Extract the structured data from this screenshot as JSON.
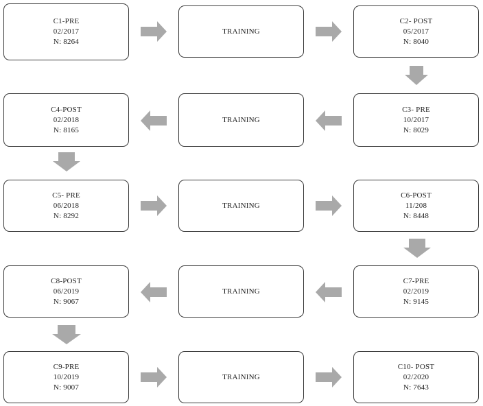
{
  "diagram": {
    "boxes": [
      {
        "id": "c1",
        "lines": [
          "C1-PRE",
          "02/2017",
          "N: 8264"
        ]
      },
      {
        "id": "t1",
        "lines": [
          "TRAINING"
        ]
      },
      {
        "id": "c2",
        "lines": [
          "C2- POST",
          "05/2017",
          "N: 8040"
        ]
      },
      {
        "id": "c4",
        "lines": [
          "C4-POST",
          "02/2018",
          "N: 8165"
        ]
      },
      {
        "id": "t2",
        "lines": [
          "TRAINING"
        ]
      },
      {
        "id": "c3",
        "lines": [
          "C3- PRE",
          "10/2017",
          "N: 8029"
        ]
      },
      {
        "id": "c5",
        "lines": [
          "C5- PRE",
          "06/2018",
          "N: 8292"
        ]
      },
      {
        "id": "t3",
        "lines": [
          "TRAINING"
        ]
      },
      {
        "id": "c6",
        "lines": [
          "C6-POST",
          "11/208",
          "N: 8448"
        ]
      },
      {
        "id": "c8",
        "lines": [
          "C8-POST",
          "06/2019",
          "N: 9067"
        ]
      },
      {
        "id": "t4",
        "lines": [
          "TRAINING"
        ]
      },
      {
        "id": "c7",
        "lines": [
          "C7-PRE",
          "02/2019",
          "N: 9145"
        ]
      },
      {
        "id": "c9",
        "lines": [
          "C9-PRE",
          "10/2019",
          "N: 9007"
        ]
      },
      {
        "id": "t5",
        "lines": [
          "TRAINING"
        ]
      },
      {
        "id": "c10",
        "lines": [
          "C10- POST",
          "02/2020",
          "N: 7643"
        ]
      }
    ],
    "arrow_color": "#a9a9a9",
    "box_border_color": "#3a3a3a"
  }
}
